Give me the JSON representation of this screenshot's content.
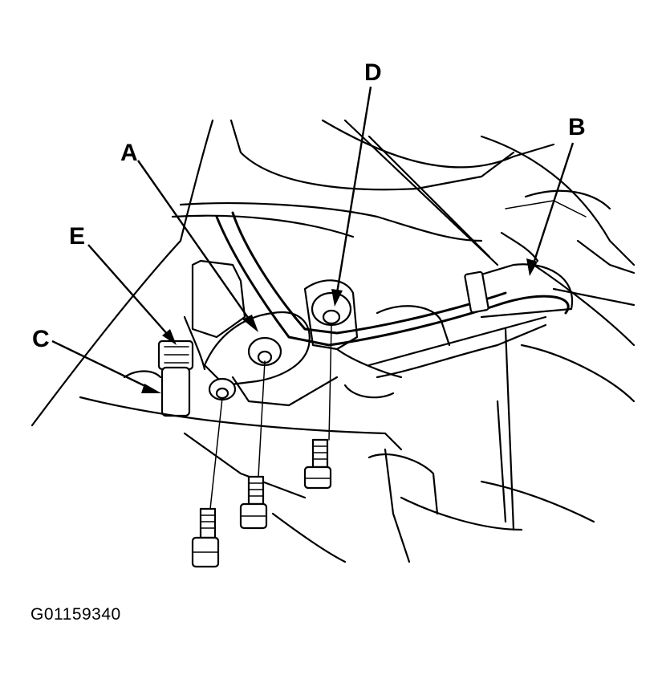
{
  "diagram": {
    "callouts": [
      {
        "id": "A",
        "label": "A"
      },
      {
        "id": "B",
        "label": "B"
      },
      {
        "id": "C",
        "label": "C"
      },
      {
        "id": "D",
        "label": "D"
      },
      {
        "id": "E",
        "label": "E"
      }
    ],
    "figure_id": "G01159340"
  },
  "colors": {
    "ink": "#000000",
    "paper": "#ffffff"
  }
}
